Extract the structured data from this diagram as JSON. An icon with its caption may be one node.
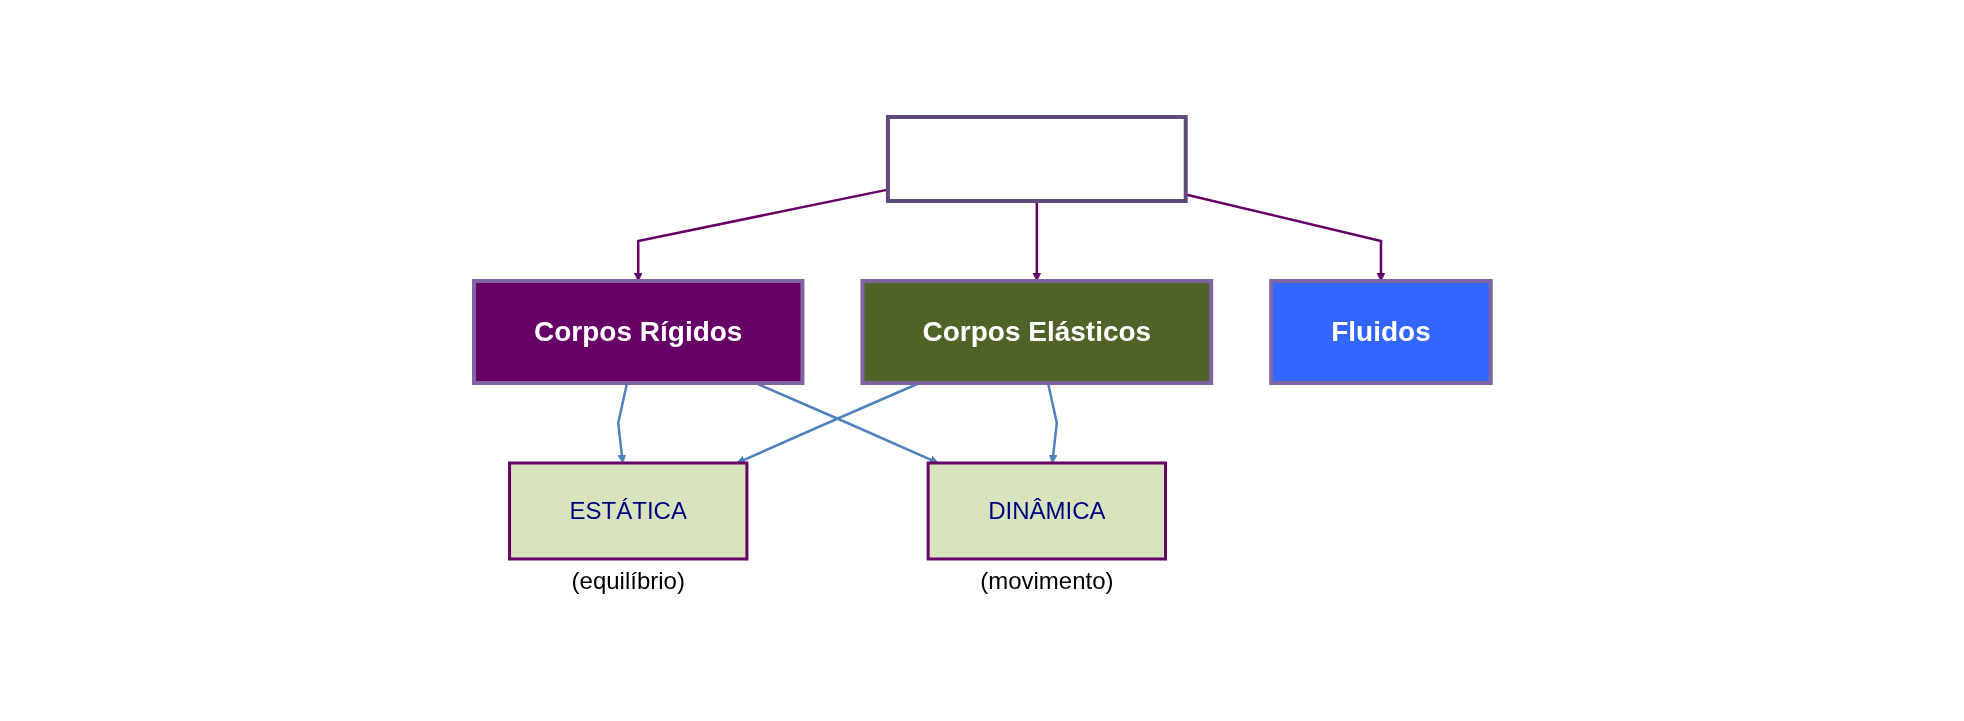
{
  "diagram": {
    "nodes": [
      {
        "text": [],
        "shape": "box"
      },
      {
        "text": [
          "Corpos Rígidos"
        ]
      },
      {
        "text": [
          "Corpos Elásticos"
        ]
      },
      {
        "text": [
          "Fluidos"
        ]
      },
      {
        "text": [
          "ESTÁTICA"
        ],
        "beside": [
          "(equilíbrio)"
        ]
      },
      {
        "text": [
          "DINÂMICA"
        ],
        "beside": [
          "(movimento)"
        ]
      }
    ],
    "edges": [
      {
        "from": 0,
        "to": 1,
        "arrow": "to",
        "color": "#660066"
      },
      {
        "from": 0,
        "to": 2,
        "arrow": "to",
        "color": "#660066"
      },
      {
        "from": 0,
        "to": 3,
        "arrow": "to",
        "color": "#660066"
      },
      {
        "from": 1,
        "to": 4,
        "arrow": "to"
      },
      {
        "from": 1,
        "to": 5,
        "arrow": "to"
      },
      {
        "from": 2,
        "to": 4,
        "arrow": "to"
      },
      {
        "from": 2,
        "to": 5,
        "arrow": "to"
      }
    ]
  }
}
